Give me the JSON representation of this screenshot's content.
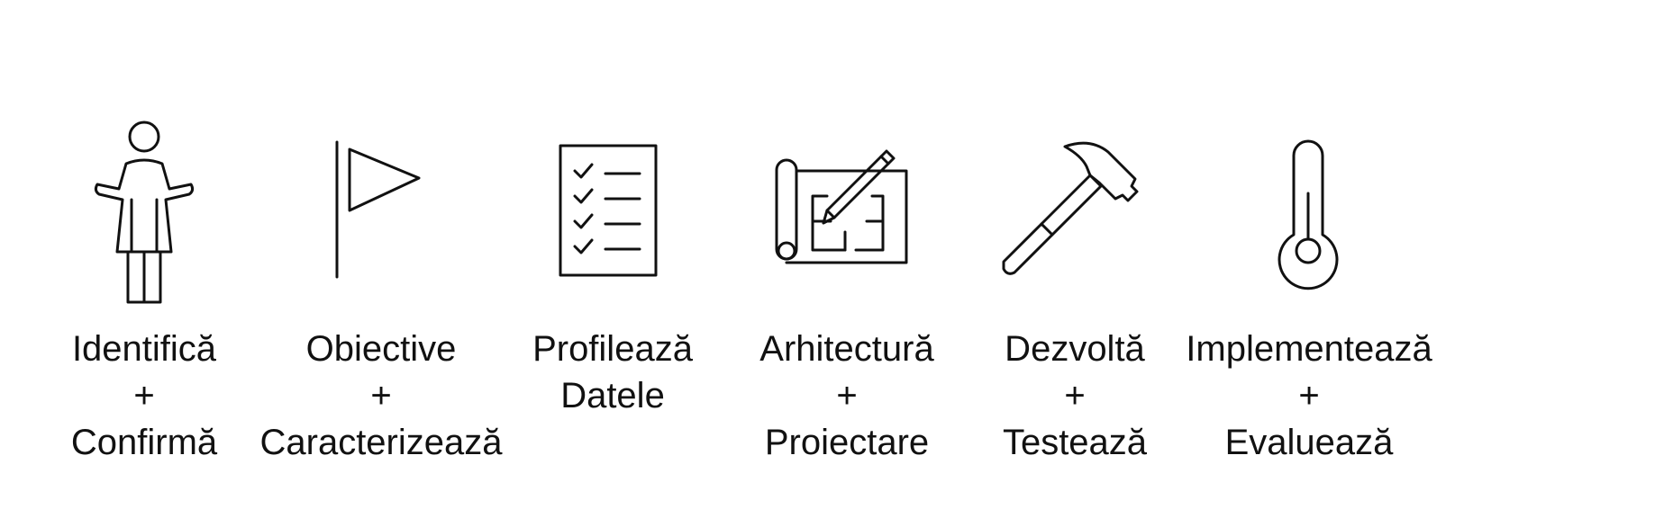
{
  "steps": [
    {
      "id": "identify",
      "icon": "person-icon",
      "lines": [
        "Identifică",
        "+",
        "Confirmă"
      ]
    },
    {
      "id": "objectives",
      "icon": "flag-icon",
      "lines": [
        "Obiective",
        "+",
        "Caracterizează"
      ]
    },
    {
      "id": "profile",
      "icon": "checklist-icon",
      "lines": [
        "Profilează",
        "Datele"
      ]
    },
    {
      "id": "architecture",
      "icon": "blueprint-icon",
      "lines": [
        "Arhitectură",
        "+",
        "Proiectare"
      ]
    },
    {
      "id": "develop",
      "icon": "hammer-icon",
      "lines": [
        "Dezvoltă",
        "+",
        "Testează"
      ]
    },
    {
      "id": "implement",
      "icon": "thermometer-icon",
      "lines": [
        "Implementează",
        "+",
        "Evaluează"
      ]
    }
  ]
}
